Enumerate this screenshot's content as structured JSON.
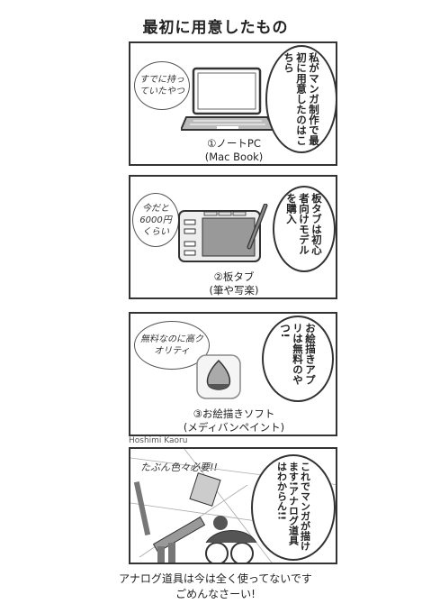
{
  "title": "最初に用意したもの",
  "panels": [
    {
      "bubble": "私がマンガ制作で最初に用意したのはこちら",
      "note": "すでに持っていたやつ",
      "caption_line1": "①ノートPC",
      "caption_line2": "(Mac Book)",
      "icon": "laptop-icon"
    },
    {
      "bubble": "板タブは初心者向けモデルを購入",
      "note": "今だと6000円くらい",
      "caption_line1": "②板タブ",
      "caption_line2": "(筆や写楽)",
      "icon": "pen-tablet-icon"
    },
    {
      "bubble": "お絵描きアプリは無料のやつ!",
      "note": "無料なのに高クオリティ",
      "caption_line1": "③お絵描きソフト",
      "caption_line2": "(メディバンペイント)",
      "icon": "medibang-paint-icon"
    },
    {
      "bubble": "これでマンガが描けます!アナログ道具はわからん!!",
      "note": "たぶん色々必要!!"
    }
  ],
  "credit": "Hoshimi Kaoru",
  "footer_line1": "アナログ道具は今は全く使ってないです",
  "footer_line2": "ごめんなさーい!"
}
